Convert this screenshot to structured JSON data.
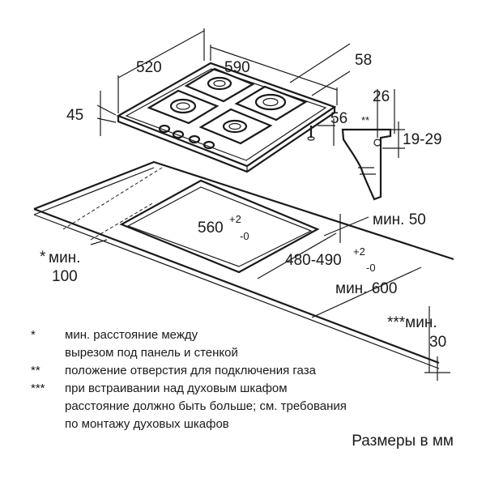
{
  "dims": {
    "width_520": "520",
    "width_590": "590",
    "d58": "58",
    "d45": "45",
    "d56": "56",
    "d26": "26",
    "d_gas_mark": "**",
    "d19_29": "19-29",
    "cutout_w": "560",
    "cutout_w_tol_plus": "+2",
    "cutout_w_tol_minus": "-0",
    "cutout_d": "480-490",
    "cutout_d_tol_plus": "+2",
    "cutout_d_tol_minus": "-0",
    "min50": "мин. 50",
    "min600": "мин. 600",
    "min100_mark": "*",
    "min100_label": "мин.",
    "min100_value": "100",
    "min30_label": "***мин.",
    "min30_value": "30"
  },
  "notes": [
    {
      "mark": "*",
      "line1": "мин. расстояние между",
      "line2": "вырезом под панель и стенкой"
    },
    {
      "mark": "**",
      "line1": "положение отверстия для подключения газа"
    },
    {
      "mark": "***",
      "line1": "при встраивании над духовым шкафом",
      "line2": "расстояние должно быть больше; см. требования",
      "line3": "по монтажу духовых шкафов"
    }
  ],
  "units": "Размеры в мм"
}
